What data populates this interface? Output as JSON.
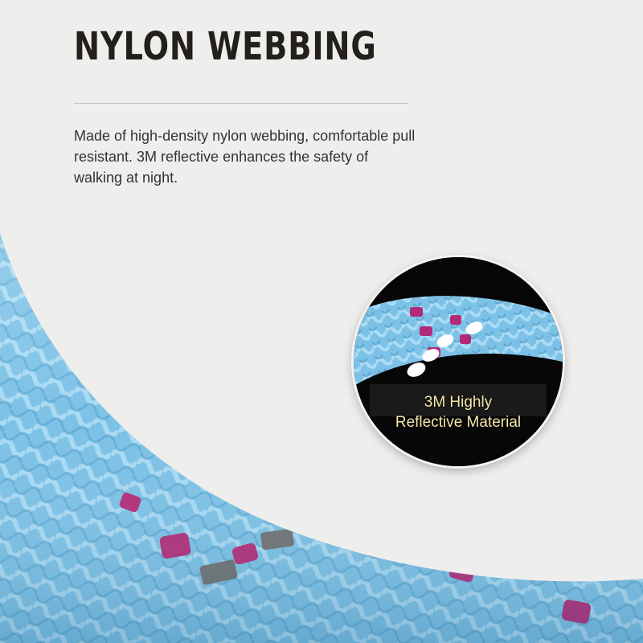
{
  "heading": {
    "title": "NYLON WEBBING"
  },
  "description": {
    "text": "Made of high-density nylon webbing, comfortable pull resistant. 3M reflective enhances the safety of walking at night."
  },
  "inset": {
    "caption_line1": "3M Highly",
    "caption_line2": "Reflective Material"
  },
  "colors": {
    "background": "#eeeeec",
    "rope_blue": "#7ec3e8",
    "rope_magenta": "#b22a77",
    "reflective_gray": "#6f6f6f",
    "caption": "#f3e6a8"
  }
}
